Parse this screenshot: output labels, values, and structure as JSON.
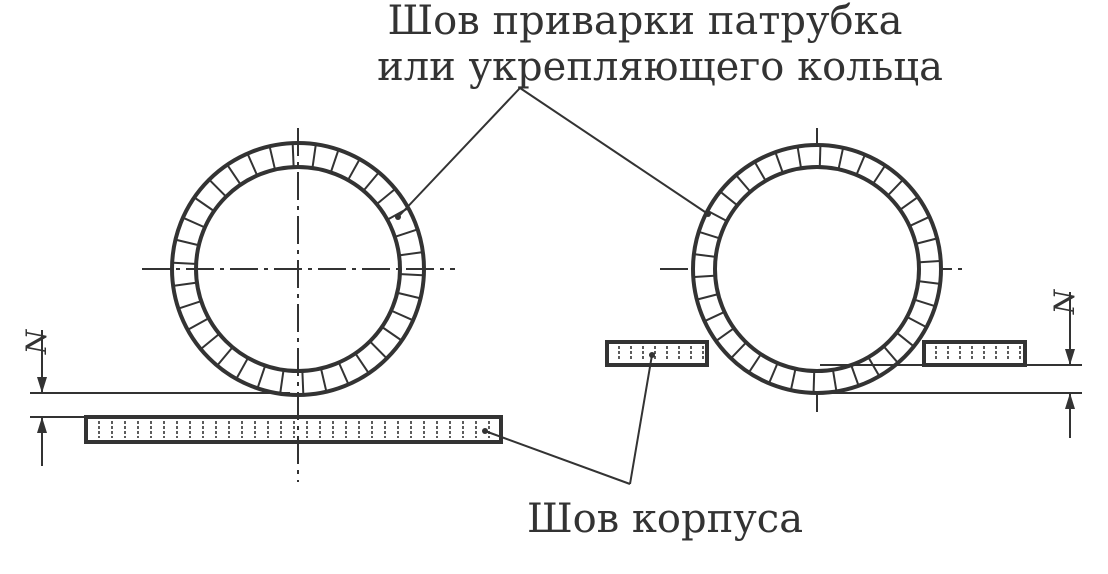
{
  "labels": {
    "nozzle_weld_line1": "Шов приварки патрубка",
    "nozzle_weld_line2": "или укрепляющего кольца",
    "shell_weld": "Шов корпуса",
    "offset_left": "N",
    "offset_right": "N"
  },
  "colors": {
    "ink": "#333333",
    "background": "#ffffff"
  }
}
